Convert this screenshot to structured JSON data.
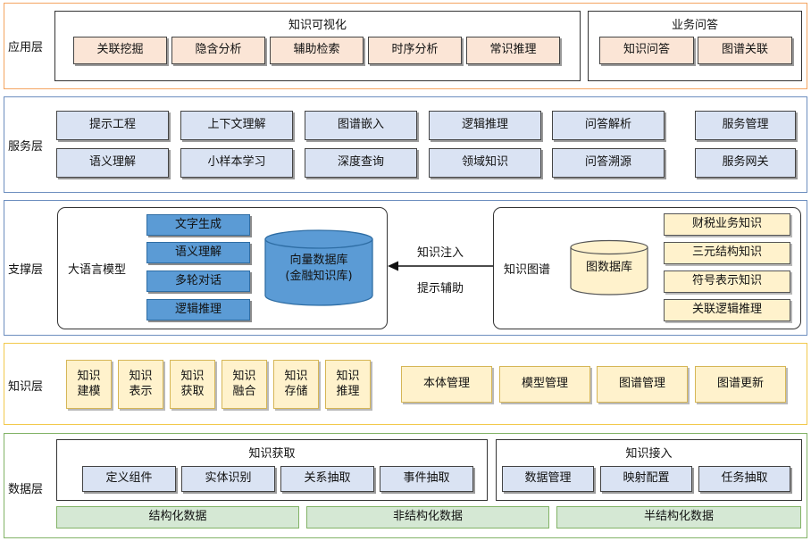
{
  "layers": {
    "application": {
      "label": "应用层",
      "visualization": {
        "title": "知识可视化",
        "items": [
          "关联挖掘",
          "隐含分析",
          "辅助检索",
          "时序分析",
          "常识推理"
        ]
      },
      "qa": {
        "title": "业务问答",
        "items": [
          "知识问答",
          "图谱关联"
        ]
      }
    },
    "service": {
      "label": "服务层",
      "row1": [
        "提示工程",
        "上下文理解",
        "图谱嵌入",
        "逻辑推理",
        "问答解析",
        "服务管理"
      ],
      "row2": [
        "语义理解",
        "小样本学习",
        "深度查询",
        "领域知识",
        "问答溯源",
        "服务网关"
      ]
    },
    "support": {
      "label": "支撑层",
      "llm": {
        "title": "大语言模型",
        "items": [
          "文字生成",
          "语义理解",
          "多轮对话",
          "逻辑推理"
        ],
        "vector_db": "向量数据库\n(金融知识库)"
      },
      "arrow_top": "知识注入",
      "arrow_bottom": "提示辅助",
      "kg": {
        "title": "知识图谱",
        "graph_db": "图数据库",
        "items": [
          "财税业务知识",
          "三元结构知识",
          "符号表示知识",
          "关联逻辑推理"
        ]
      }
    },
    "knowledge": {
      "label": "知识层",
      "items": [
        "知识\n建模",
        "知识\n表示",
        "知识\n获取",
        "知识\n融合",
        "知识\n存储",
        "知识\n推理"
      ],
      "mgmt": [
        "本体管理",
        "模型管理",
        "图谱管理",
        "图谱更新"
      ]
    },
    "data": {
      "label": "数据层",
      "acquisition": {
        "title": "知识获取",
        "items": [
          "定义组件",
          "实体识别",
          "关系抽取",
          "事件抽取"
        ]
      },
      "access": {
        "title": "知识接入",
        "items": [
          "数据管理",
          "映射配置",
          "任务抽取"
        ]
      },
      "sources": [
        "结构化数据",
        "非结构化数据",
        "半结构化数据"
      ]
    }
  },
  "colors": {
    "application_border": "#f4a460",
    "service_border": "#6c8ebf",
    "support_border": "#6c8ebf",
    "knowledge_border": "#f2c94c",
    "data_border": "#82b366"
  }
}
